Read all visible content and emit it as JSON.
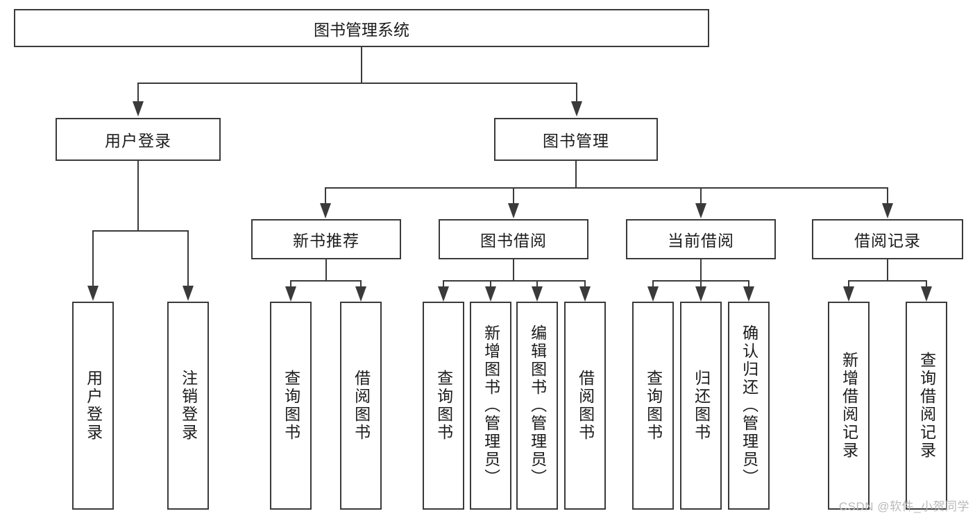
{
  "diagram": {
    "title": "图书管理系统",
    "type": "hierarchy-tree",
    "root": {
      "label": "图书管理系统"
    },
    "level2": [
      {
        "label": "用户登录"
      },
      {
        "label": "图书管理"
      }
    ],
    "level3": [
      {
        "label": "新书推荐",
        "parent": "图书管理"
      },
      {
        "label": "图书借阅",
        "parent": "图书管理"
      },
      {
        "label": "当前借阅",
        "parent": "图书管理"
      },
      {
        "label": "借阅记录",
        "parent": "图书管理"
      }
    ],
    "leaves": {
      "user_login": [
        {
          "label": "用户登录"
        },
        {
          "label": "注销登录"
        }
      ],
      "new_book_recommend": [
        {
          "label": "查询图书"
        },
        {
          "label": "借阅图书"
        }
      ],
      "book_borrow": [
        {
          "label": "查询图书"
        },
        {
          "label": "新增图书（管理员）"
        },
        {
          "label": "编辑图书（管理员）"
        },
        {
          "label": "借阅图书"
        }
      ],
      "current_borrow": [
        {
          "label": "查询图书"
        },
        {
          "label": "归还图书"
        },
        {
          "label": "确认归还（管理员）"
        }
      ],
      "borrow_record": [
        {
          "label": "新增借阅记录"
        },
        {
          "label": "查询借阅记录"
        }
      ]
    }
  },
  "watermark": {
    "text": "CSDN @软件_小贺同学"
  },
  "colors": {
    "stroke": "#3a3a3a",
    "text": "#1b1b1b",
    "background": "#ffffff",
    "watermark": "#b9b9b9"
  }
}
